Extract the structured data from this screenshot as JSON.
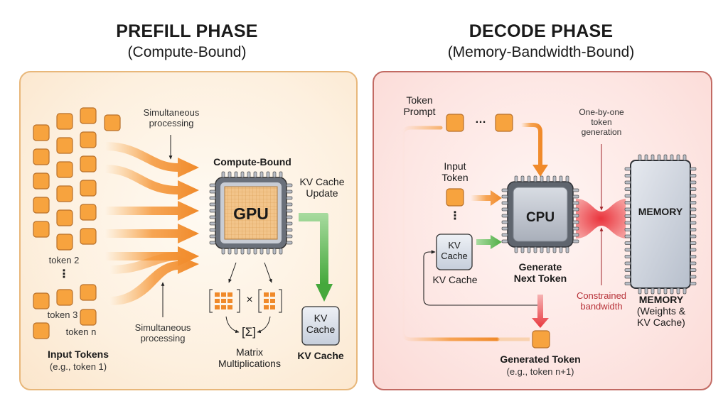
{
  "prefill": {
    "title": "PREFILL PHASE",
    "subtitle": "(Compute-Bound)",
    "simultaneous_top": [
      "Simultaneous",
      "processing"
    ],
    "simultaneous_bottom": [
      "Simultaneous",
      "processing"
    ],
    "compute_bound_label": "Compute-Bound",
    "gpu_label": "GPU",
    "kv_update_label": [
      "KV Cache",
      "Update"
    ],
    "token_labels": {
      "token2": "token 2",
      "ellipsis": "⋮",
      "token3": "token 3",
      "tokenn": "token n"
    },
    "input_tokens_label": "Input Tokens",
    "input_tokens_example": "(e.g., token 1)",
    "matrix_times": "×",
    "matrix_sum": "[Σ]",
    "matrix_label": [
      "Matrix",
      "Multiplications"
    ],
    "kv_box_label": [
      "KV",
      "Cache"
    ],
    "kv_caption": "KV Cache"
  },
  "decode": {
    "title": "DECODE PHASE",
    "subtitle": "(Memory-Bandwidth-Bound)",
    "token_prompt_label": [
      "Token",
      "Prompt"
    ],
    "prompt_ellipsis": "…",
    "input_token_label": [
      "Input",
      "Token"
    ],
    "vertical_ellipsis": "⋮",
    "cpu_label": "CPU",
    "generate_label": [
      "Generate",
      "Next Token"
    ],
    "kv_box_label": [
      "KV",
      "Cache"
    ],
    "kv_caption": "KV Cache",
    "one_by_one_label": [
      "One-by-one",
      "token",
      "generation"
    ],
    "constrained_label": [
      "Constrained",
      "bandwidth"
    ],
    "memory_chip_label": "MEMORY",
    "memory_caption": [
      "MEMORY",
      "(Weights &",
      "KV Cache)"
    ],
    "generated_label": "Generated Token",
    "generated_example": "(e.g., token n+1)"
  },
  "colors": {
    "token_orange": "#f7a33e",
    "arrow_orange": "#f08a2a",
    "green_arrow": "#4fae45",
    "red_bottleneck": "#e8383f",
    "chip_gray": "#8a909a",
    "kv_box": "#d5dbe6",
    "left_border": "#e8b77a",
    "right_border": "#c26a63"
  }
}
